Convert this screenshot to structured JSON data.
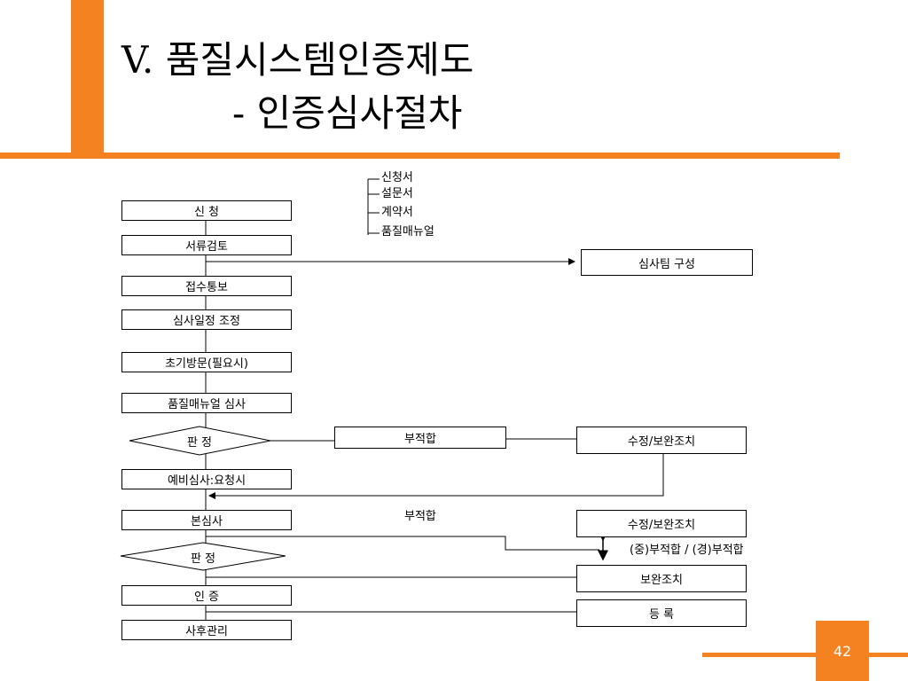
{
  "slide": {
    "title_line1": "V.     품질시스템인증제도",
    "title_line2": "-  인증심사절차",
    "page_number": "42",
    "accent_color": "#f58220"
  },
  "documents": [
    "신청서",
    "설문서",
    "계약서",
    "품질매뉴얼"
  ],
  "steps": {
    "apply": "신      청",
    "doc_review": "서류검토",
    "receipt_notice": "접수통보",
    "schedule": "심사일정 조정",
    "initial_visit": "초기방문(필요시)",
    "manual_audit": "품질매뉴얼 심사",
    "judge1": "판      정",
    "pre_audit": "예비심사:요청시",
    "main_audit": "본심사",
    "judge2": "판      정",
    "certify": "인      증",
    "post_management": "사후관리"
  },
  "side": {
    "audit_team": "심사팀 구성",
    "nonconform1": "부적합",
    "correction1": "수정/보완조치",
    "nonconform2": "부적합",
    "correction2": "수정/보완조치",
    "major_minor": "(중)부적합 / (경)부적합",
    "supplement": "보완조치",
    "register": "등      록"
  }
}
